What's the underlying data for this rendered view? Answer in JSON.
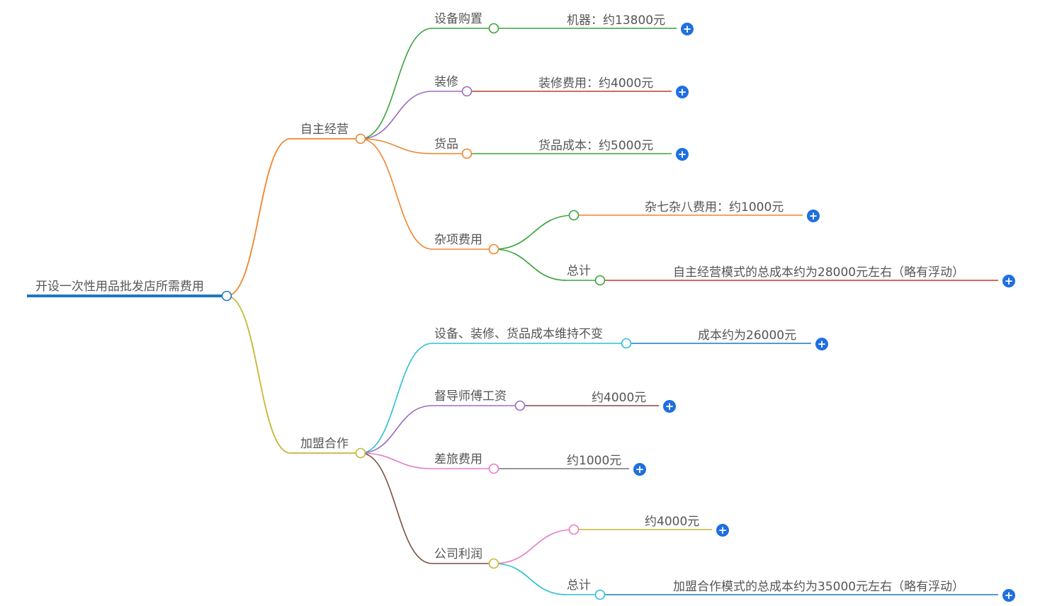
{
  "mindmap": {
    "root": {
      "label": "开设一次性用品批发店所需费用",
      "color": "#1f77c0"
    },
    "branches": [
      {
        "label": "自主经营",
        "color": "#f0852d",
        "children": [
          {
            "label": "设备购置",
            "color": "#3ca23c",
            "leaf": {
              "label": "机器：约13800元",
              "color": "#3ca23c"
            }
          },
          {
            "label": "装修",
            "color": "#9b6bc0",
            "leaf": {
              "label": "装修费用：约4000元",
              "color": "#c0392b"
            }
          },
          {
            "label": "货品",
            "color": "#f0852d",
            "leaf": {
              "label": "货品成本：约5000元",
              "color": "#3ca23c"
            }
          },
          {
            "label": "杂项费用",
            "color": "#f0852d",
            "children": [
              {
                "label": "",
                "color": "#3ca23c",
                "leaf": {
                  "label": "杂七杂八费用：约1000元",
                  "color": "#f0852d"
                }
              },
              {
                "label": "总计",
                "color": "#3ca23c",
                "leaf": {
                  "label": "自主经营模式的总成本约为28000元左右（略有浮动）",
                  "color": "#c0392b"
                }
              }
            ]
          }
        ]
      },
      {
        "label": "加盟合作",
        "color": "#c4b832",
        "children": [
          {
            "label": "设备、装修、货品成本维持不变",
            "color": "#2cc0d0",
            "leaf": {
              "label": "成本约为26000元",
              "color": "#1f77c0"
            }
          },
          {
            "label": "督导师傅工资",
            "color": "#9b6bc0",
            "leaf": {
              "label": "约4000元",
              "color": "#7a4a4a"
            }
          },
          {
            "label": "差旅费用",
            "color": "#e67ec8",
            "leaf": {
              "label": "约1000元",
              "color": "#777777"
            }
          },
          {
            "label": "公司利润",
            "color": "#7a5040",
            "children": [
              {
                "label": "",
                "color": "#e67ec8",
                "leaf": {
                  "label": "约4000元",
                  "color": "#c4b832"
                }
              },
              {
                "label": "总计",
                "color": "#2cc0d0",
                "leaf": {
                  "label": "加盟合作模式的总成本约为35000元左右（略有浮动）",
                  "color": "#1f77c0"
                }
              }
            ]
          }
        ]
      }
    ],
    "expand_icon": "plus-circle-icon",
    "expand_glyph": "+"
  }
}
